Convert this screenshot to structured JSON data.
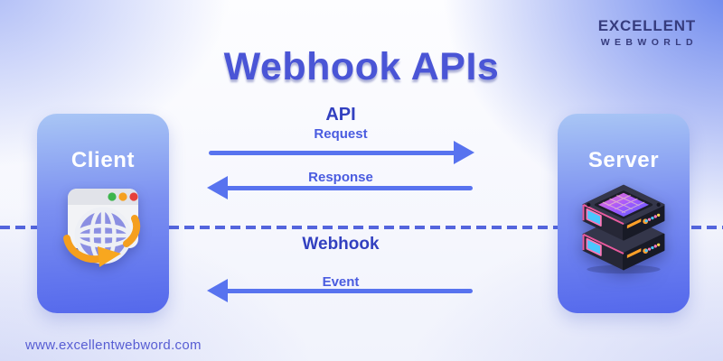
{
  "page": {
    "title": "Webhook APIs",
    "website_url": "www.excellentwebword.com"
  },
  "logo": {
    "line1": "EXCELLENT",
    "line2": "WEBWORLD"
  },
  "nodes": {
    "client": {
      "label": "Client",
      "icon": "browser-globe-icon"
    },
    "server": {
      "label": "Server",
      "icon": "server-stack-icon"
    }
  },
  "flows": {
    "api": {
      "label": "API",
      "request": {
        "label": "Request",
        "direction": "client-to-server"
      },
      "response": {
        "label": "Response",
        "direction": "server-to-client"
      }
    },
    "webhook": {
      "label": "Webhook",
      "event": {
        "label": "Event",
        "direction": "server-to-client"
      }
    }
  },
  "colors": {
    "title": "#4a55d6",
    "flow_heading": "#3240c0",
    "arrow_label": "#4a5ce0",
    "arrow": "#5873ef",
    "dashed_line": "#5465dd",
    "node_gradient_top": "#a9c6f5",
    "node_gradient_bottom": "#5468ec",
    "node_text": "#ffffff",
    "logo_text": "#363c7e",
    "url_text": "#575dd3"
  }
}
